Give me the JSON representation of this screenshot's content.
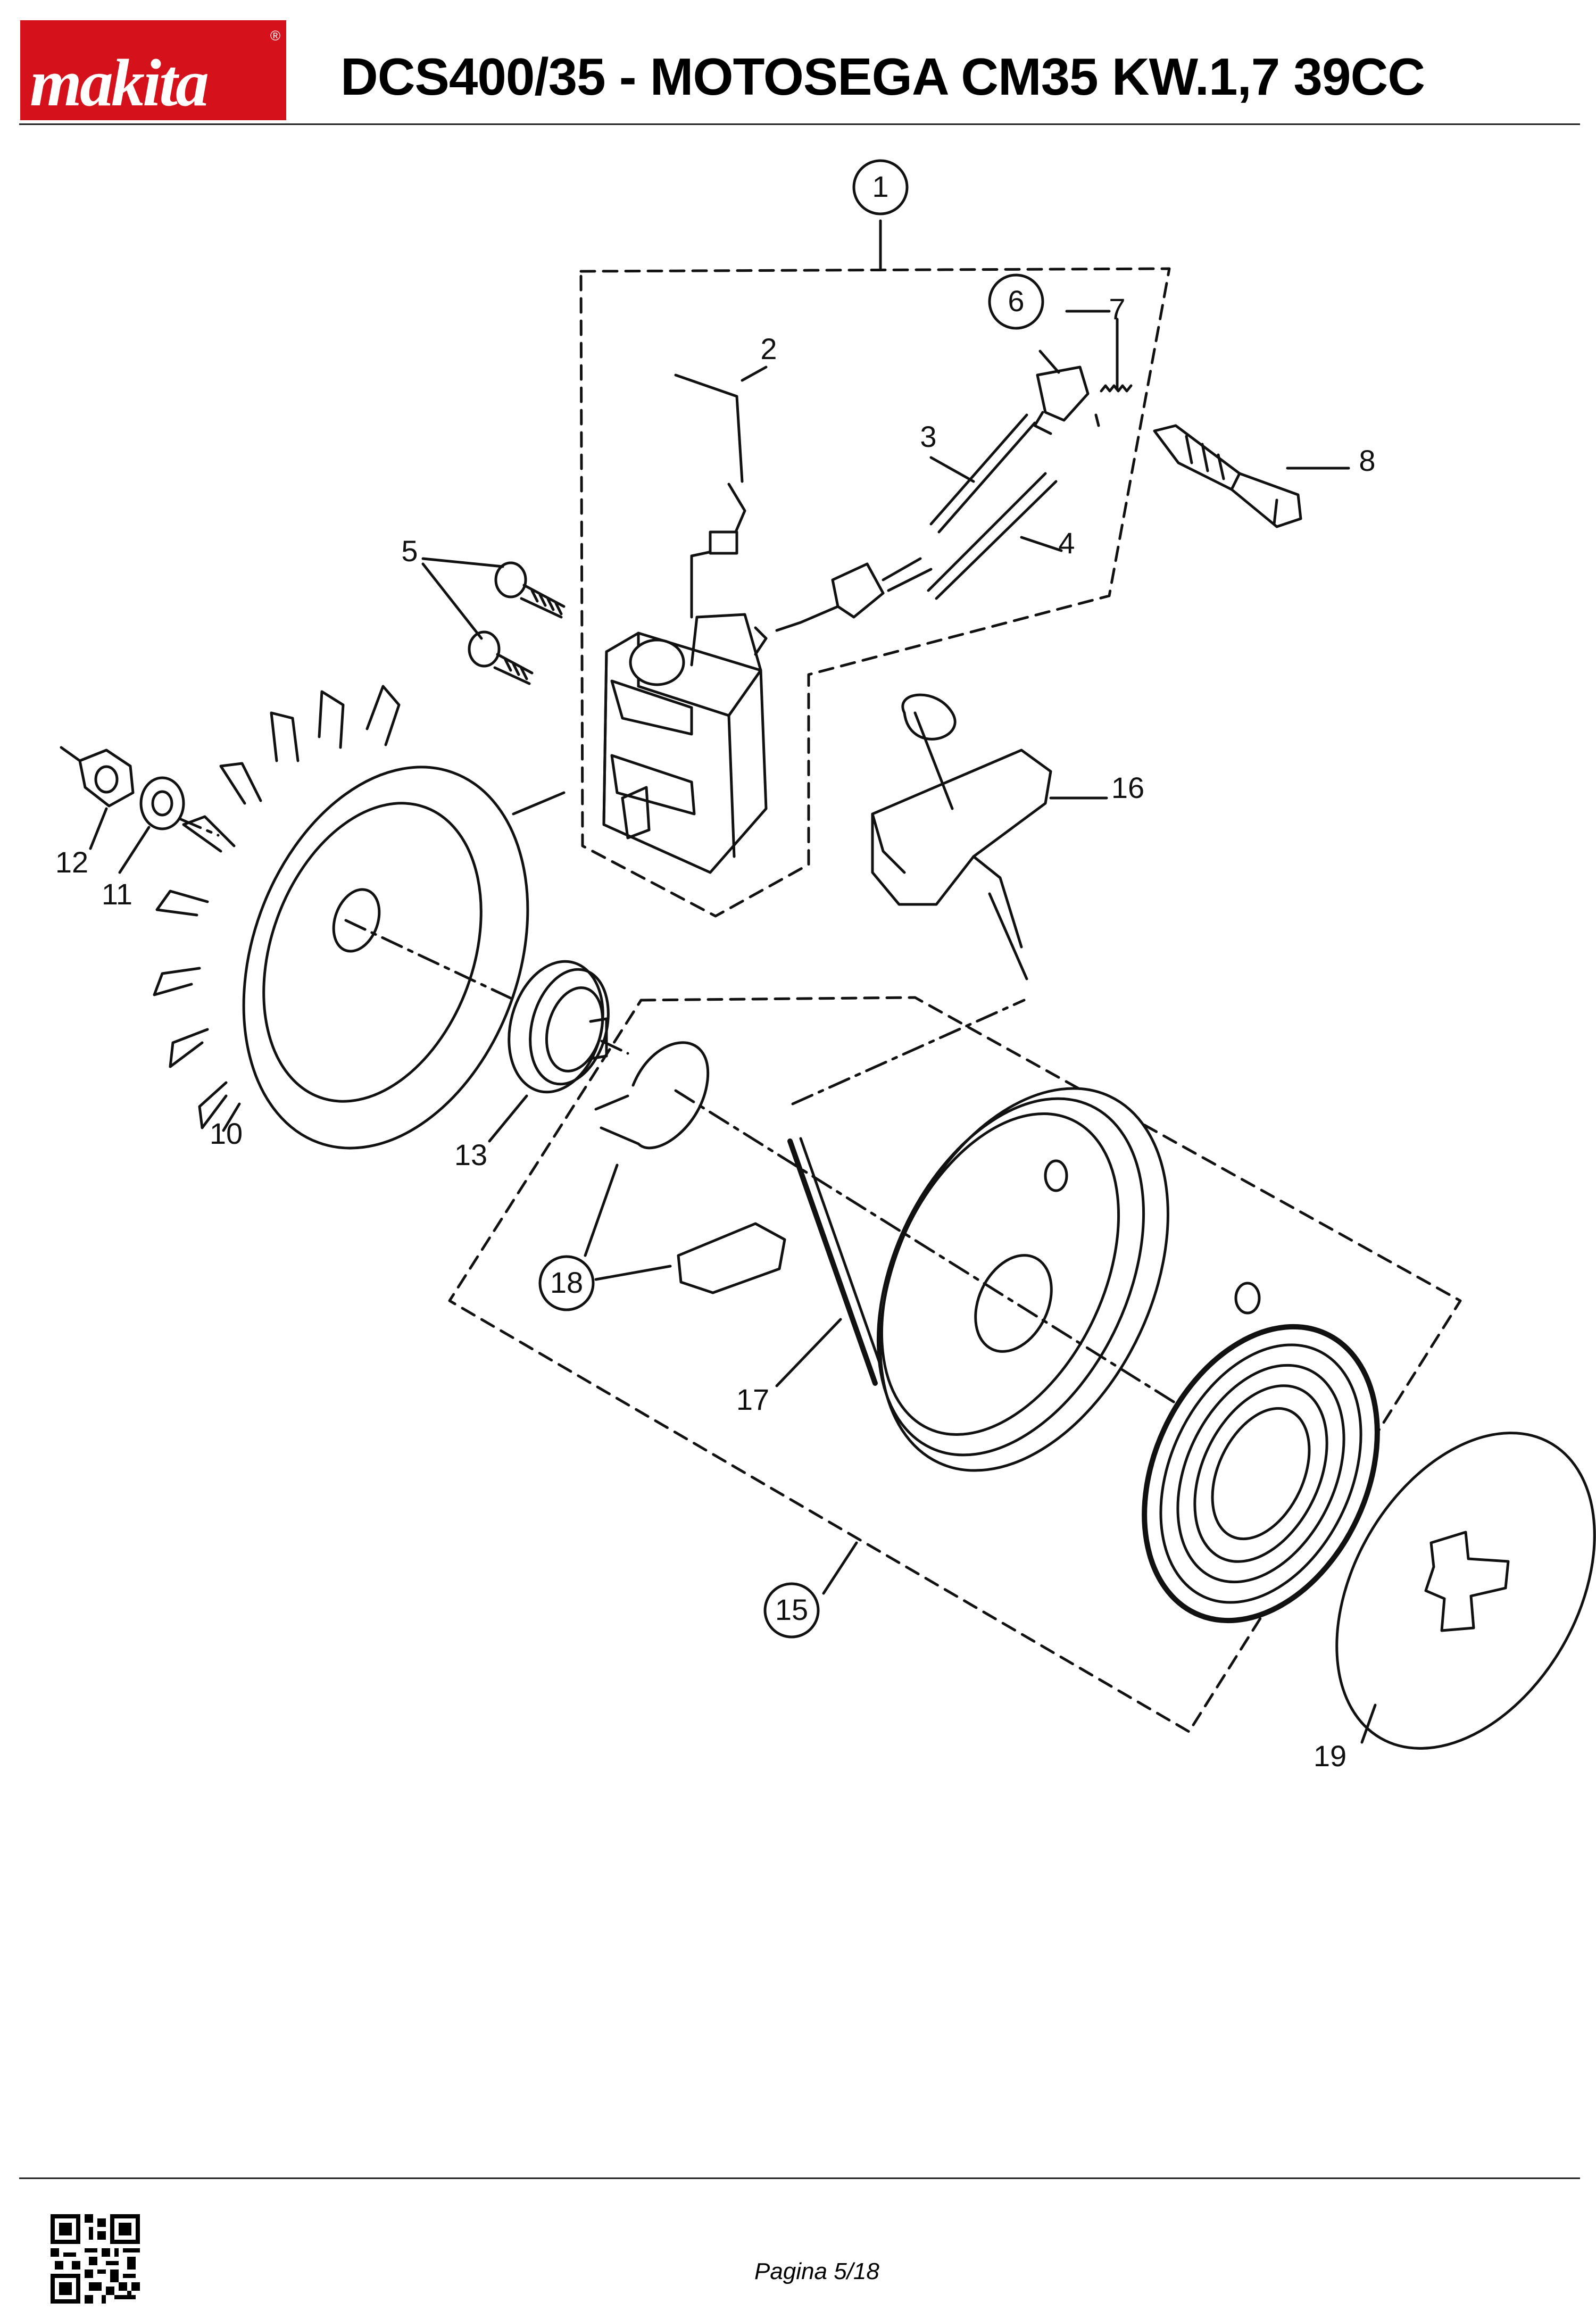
{
  "header": {
    "brand": "makita",
    "registered_mark": "®",
    "title": "DCS400/35 - MOTOSEGA CM35 KW.1,7 39CC",
    "brand_color": "#d5111b"
  },
  "diagram": {
    "callouts": [
      {
        "label": "1",
        "circled": true
      },
      {
        "label": "2",
        "circled": false
      },
      {
        "label": "3",
        "circled": false
      },
      {
        "label": "4",
        "circled": false
      },
      {
        "label": "5",
        "circled": false
      },
      {
        "label": "6",
        "circled": true
      },
      {
        "label": "7",
        "circled": false
      },
      {
        "label": "8",
        "circled": false
      },
      {
        "label": "10",
        "circled": false
      },
      {
        "label": "11",
        "circled": false
      },
      {
        "label": "12",
        "circled": false
      },
      {
        "label": "13",
        "circled": false
      },
      {
        "label": "15",
        "circled": true
      },
      {
        "label": "16",
        "circled": false
      },
      {
        "label": "17",
        "circled": false
      },
      {
        "label": "18",
        "circled": true
      },
      {
        "label": "19",
        "circled": false
      }
    ]
  },
  "footer": {
    "page_label": "Pagina 5/18",
    "qr_icon": "qr-code-icon"
  }
}
